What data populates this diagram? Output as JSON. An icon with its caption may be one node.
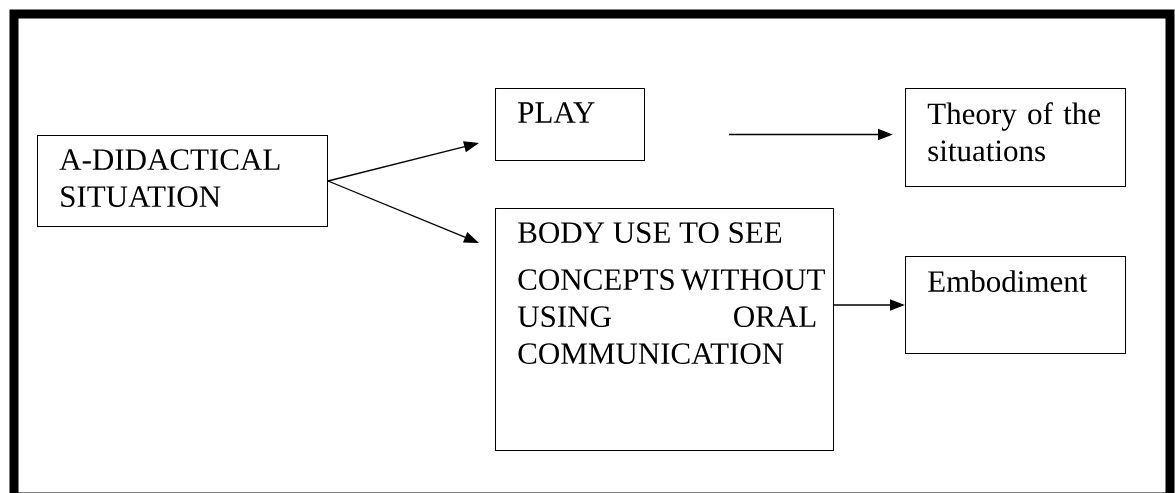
{
  "diagram": {
    "nodes": [
      {
        "text": [
          "A-DIDACTICAL SITUATION"
        ]
      },
      {
        "text": [
          "PLAY"
        ]
      },
      {
        "text": [
          "Theory of the situations"
        ]
      },
      {
        "text": [
          "BODY USE TO SEE",
          "CONCEPTS WITHOUT USING ORAL COMMUNICATION"
        ]
      },
      {
        "text": [
          "Embodiment"
        ]
      }
    ],
    "edges": [
      {
        "from": 0,
        "to": 1,
        "arrow": "to"
      },
      {
        "from": 0,
        "to": 3,
        "arrow": "to"
      },
      {
        "from": null,
        "to": 2,
        "arrow": "to"
      },
      {
        "from": 3,
        "to": 4,
        "arrow": "to"
      }
    ]
  }
}
